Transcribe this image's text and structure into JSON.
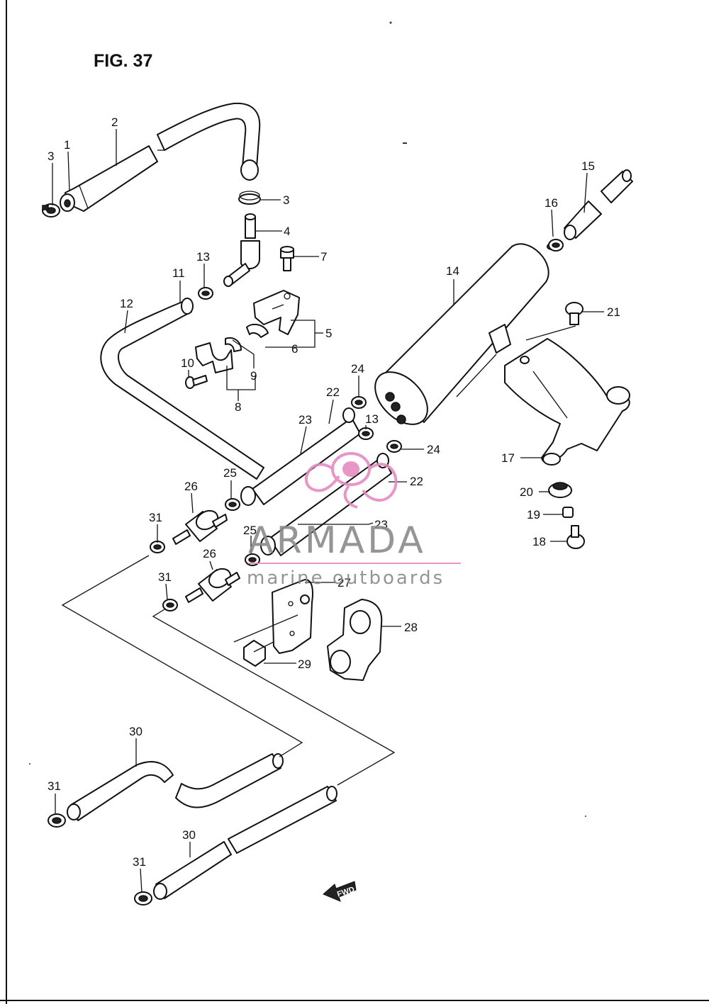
{
  "figure": {
    "title": "FIG. 37"
  },
  "labels": [
    {
      "id": "p3a",
      "text": "3"
    },
    {
      "id": "p1",
      "text": "1"
    },
    {
      "id": "p2",
      "text": "2"
    },
    {
      "id": "p3b",
      "text": "3"
    },
    {
      "id": "p4",
      "text": "4"
    },
    {
      "id": "p7",
      "text": "7"
    },
    {
      "id": "p13a",
      "text": "13"
    },
    {
      "id": "p11",
      "text": "11"
    },
    {
      "id": "p12",
      "text": "12"
    },
    {
      "id": "p5",
      "text": "5"
    },
    {
      "id": "p6",
      "text": "6"
    },
    {
      "id": "p9",
      "text": "9"
    },
    {
      "id": "p10",
      "text": "10"
    },
    {
      "id": "p8",
      "text": "8"
    },
    {
      "id": "p15",
      "text": "15"
    },
    {
      "id": "p16",
      "text": "16"
    },
    {
      "id": "p14",
      "text": "14"
    },
    {
      "id": "p21",
      "text": "21"
    },
    {
      "id": "p24a",
      "text": "24"
    },
    {
      "id": "p22a",
      "text": "22"
    },
    {
      "id": "p23a",
      "text": "23"
    },
    {
      "id": "p13b",
      "text": "13"
    },
    {
      "id": "p24b",
      "text": "24"
    },
    {
      "id": "p17",
      "text": "17"
    },
    {
      "id": "p22b",
      "text": "22"
    },
    {
      "id": "p26a",
      "text": "26"
    },
    {
      "id": "p25a",
      "text": "25"
    },
    {
      "id": "p20",
      "text": "20"
    },
    {
      "id": "p19",
      "text": "19"
    },
    {
      "id": "p31a",
      "text": "31"
    },
    {
      "id": "p23b",
      "text": "23"
    },
    {
      "id": "p25b",
      "text": "25"
    },
    {
      "id": "p18",
      "text": "18"
    },
    {
      "id": "p26b",
      "text": "26"
    },
    {
      "id": "p31b",
      "text": "31"
    },
    {
      "id": "p27",
      "text": "27"
    },
    {
      "id": "p28",
      "text": "28"
    },
    {
      "id": "p29",
      "text": "29"
    },
    {
      "id": "p30a",
      "text": "30"
    },
    {
      "id": "p31c",
      "text": "31"
    },
    {
      "id": "p30b",
      "text": "30"
    },
    {
      "id": "p31d",
      "text": "31"
    }
  ],
  "watermark": {
    "brand": "ARMADA",
    "tagline": "marine outboards",
    "brand_color": "#e58bc0",
    "text_color": "#8a8a8a"
  },
  "fwd_arrow": {
    "text": "FWD"
  }
}
